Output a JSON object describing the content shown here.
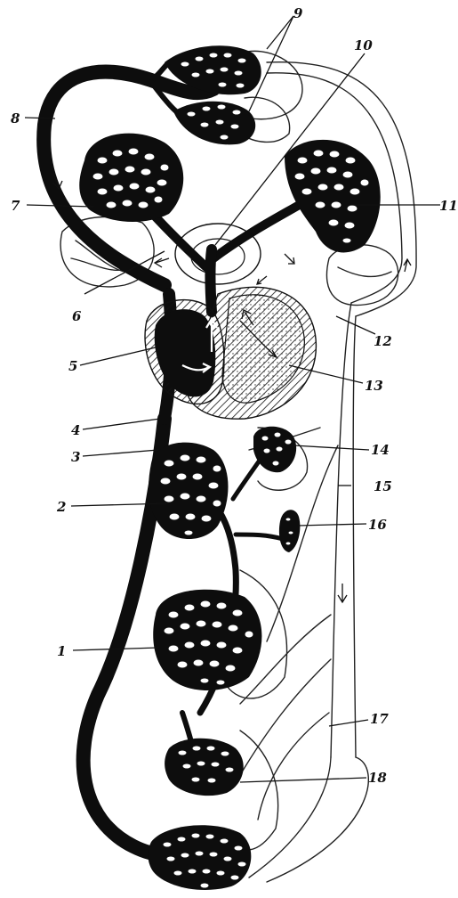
{
  "diagram": {
    "labels": {
      "n1": "1",
      "n2": "2",
      "n3": "3",
      "n4": "4",
      "n5": "5",
      "n6": "6",
      "n7": "7",
      "n8": "8",
      "n9": "9",
      "n10": "10",
      "n11": "11",
      "n12": "12",
      "n13": "13",
      "n14": "14",
      "n15": "15",
      "n16": "16",
      "n17": "17",
      "n18": "18"
    },
    "colors": {
      "ink": "#0d0d0d",
      "paper": "#ffffff"
    }
  }
}
